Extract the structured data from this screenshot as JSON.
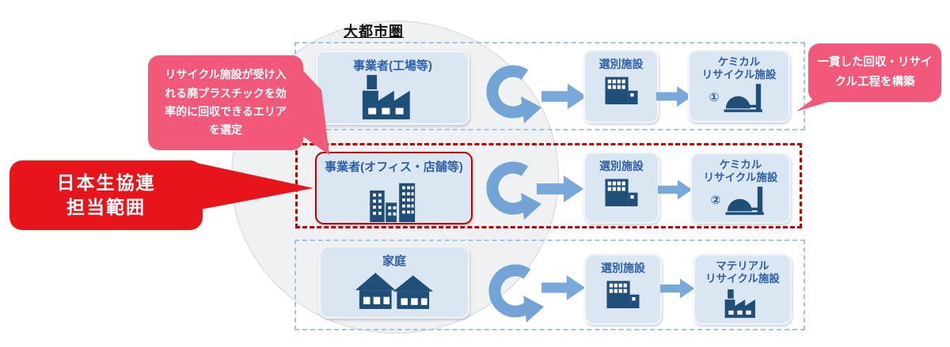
{
  "title": "大都市圏",
  "callouts": {
    "area": {
      "lines": [
        "リサイクル施設が受け入",
        "れる廃プラスチックを効",
        "率的に回収できるエリア",
        "を選定"
      ],
      "color": "#f2587a"
    },
    "scope": {
      "lines": [
        "日本生協連",
        "担当範囲"
      ],
      "color": "#e8141c"
    },
    "process": {
      "lines": [
        "一貫した回収・リサイ",
        "クル工程を構築"
      ],
      "color": "#f2587a"
    }
  },
  "rows": [
    {
      "source": {
        "label": "事業者(工場等)",
        "icon": "factory-icon"
      },
      "sort": {
        "label": "選別施設",
        "icon": "sorting-facility-icon"
      },
      "recycle": {
        "line1": "ケミカル",
        "line2": "リサイクル施設",
        "badge": "①",
        "icon": "chemical-plant-icon"
      }
    },
    {
      "source": {
        "label": "事業者(オフィス・店舗等)",
        "icon": "office-buildings-icon"
      },
      "sort": {
        "label": "選別施設",
        "icon": "sorting-facility-icon"
      },
      "recycle": {
        "line1": "ケミカル",
        "line2": "リサイクル施設",
        "badge": "②",
        "icon": "chemical-plant-icon"
      }
    },
    {
      "source": {
        "label": "家庭",
        "icon": "houses-icon"
      },
      "sort": {
        "label": "選別施設",
        "icon": "sorting-facility-icon"
      },
      "recycle": {
        "line1": "マテリアル",
        "line2": "リサイクル施設",
        "badge": "",
        "icon": "material-factory-icon"
      }
    }
  ],
  "colors": {
    "pink": "#f2587a",
    "red": "#e8141c",
    "red-dash": "#c00000",
    "blue-dash": "#9fc5e8",
    "box-fill": "#dbe6f3",
    "box-text": "#2e5fa8",
    "icon-navy": "#1f4e79",
    "arrow": "#7aa8da",
    "carrow": "#74a3d6",
    "circle-fill": "#f0f1f3",
    "circle-edge": "#d5d5d5"
  }
}
